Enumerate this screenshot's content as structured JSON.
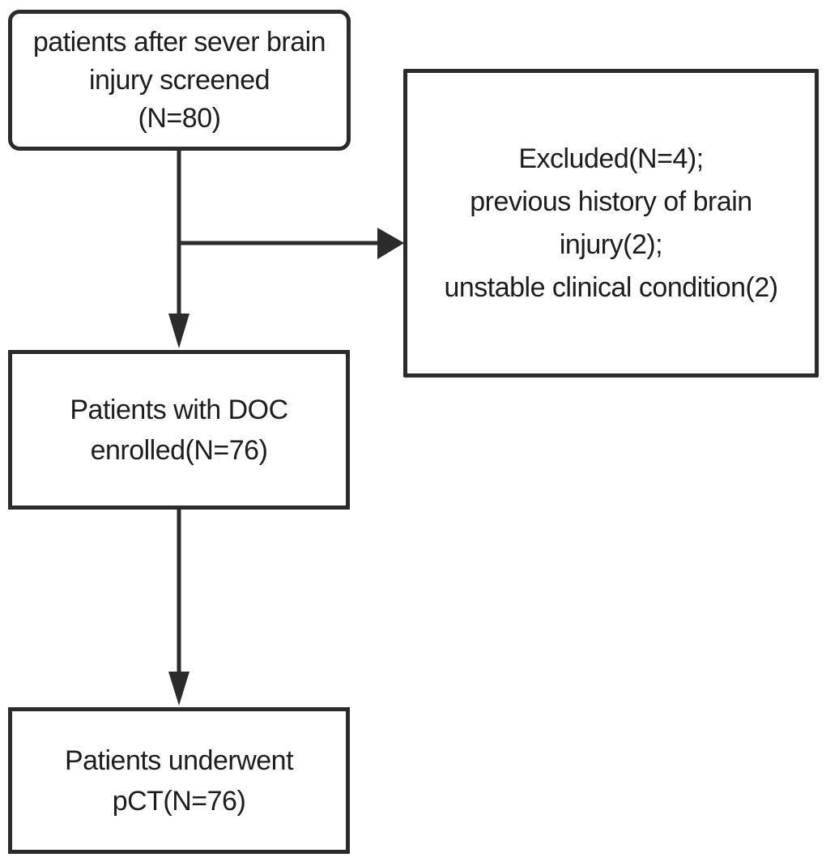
{
  "diagram": {
    "type": "flowchart",
    "background_color": "#ffffff",
    "stroke_color": "#2b2b2b",
    "text_color": "#1d1d1d",
    "nodes": {
      "screened": {
        "id": "screened",
        "shape": "rounded-rectangle",
        "text": "patients after sever brain\ninjury screened\n(N=80)"
      },
      "excluded": {
        "id": "excluded",
        "shape": "rectangle",
        "text": "Excluded(N=4);\nprevious history of brain\ninjury(2);\nunstable clinical condition(2)"
      },
      "enrolled": {
        "id": "enrolled",
        "shape": "rectangle",
        "text": "Patients with DOC\nenrolled(N=76)"
      },
      "pct": {
        "id": "pct",
        "shape": "rectangle",
        "text": "Patients underwent\npCT(N=76)"
      }
    },
    "edges": [
      {
        "from": "screened",
        "to": "enrolled",
        "style": "arrow-down"
      },
      {
        "from": "screened",
        "to": "excluded",
        "style": "arrow-right-branch"
      },
      {
        "from": "enrolled",
        "to": "pct",
        "style": "arrow-down"
      }
    ]
  }
}
